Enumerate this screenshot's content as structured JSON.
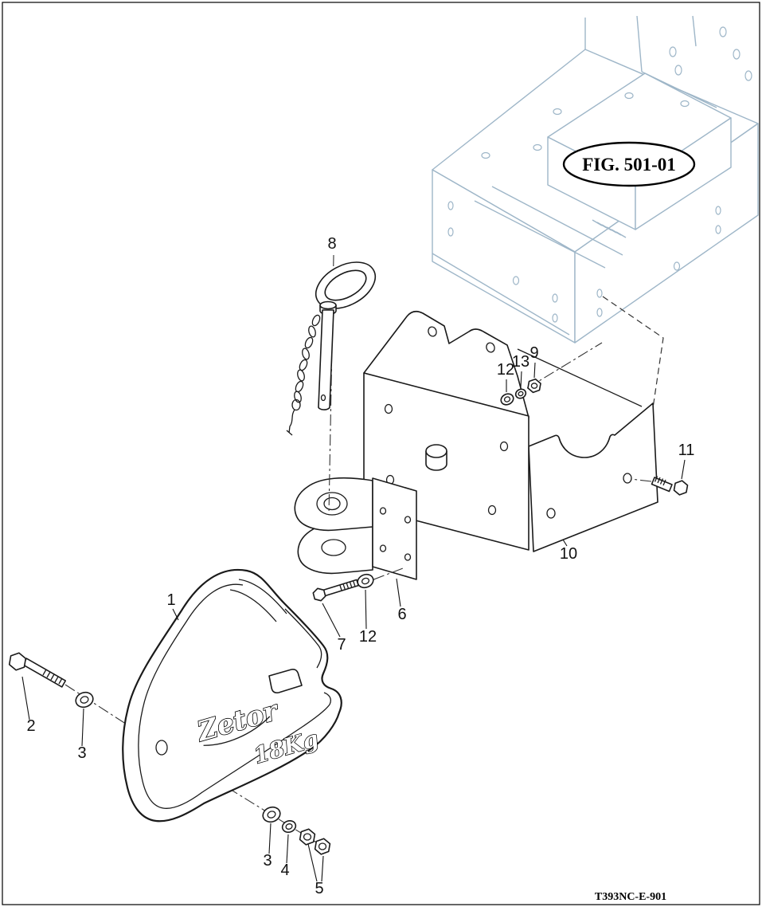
{
  "colors": {
    "frame_lines": "#9eb6c8",
    "part_lines": "#1a1a1a"
  },
  "figure_reference": {
    "label": "FIG. 501-01"
  },
  "drawing_code": "T393NC-E-901",
  "counterweight": {
    "brand_logo": "Zetor",
    "weight_marking": "18Kg"
  },
  "callouts": [
    {
      "part": "8"
    },
    {
      "part": "12"
    },
    {
      "part": "13"
    },
    {
      "part": "9"
    },
    {
      "part": "11"
    },
    {
      "part": "10"
    },
    {
      "part": "6"
    },
    {
      "part": "7"
    },
    {
      "part": "12"
    },
    {
      "part": "1"
    },
    {
      "part": "2"
    },
    {
      "part": "3"
    },
    {
      "part": "3"
    },
    {
      "part": "4"
    },
    {
      "part": "5"
    }
  ]
}
